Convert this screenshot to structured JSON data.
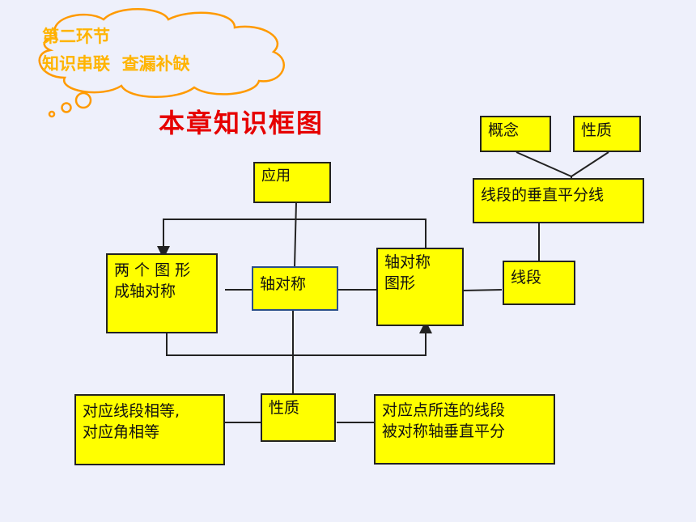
{
  "cloud": {
    "line1": "第二环节",
    "line2": "知识串联  查漏补缺"
  },
  "title": "本章知识框图",
  "nodes": {
    "apply": "应用",
    "two_figures_line1": "两 个 图 形",
    "two_figures_line2": "成轴对称",
    "axial_symmetry": "轴对称",
    "symmetric_figure_line1": "轴对称",
    "symmetric_figure_line2": "图形",
    "concept": "概念",
    "property_top": "性质",
    "perp_bisector": "线段的垂直平分线",
    "segment": "线段",
    "property": "性质",
    "equal_line1": "对应线段相等,",
    "equal_line2": "对应角相等",
    "bisect_line1": "对应点所连的线段",
    "bisect_line2": "被对称轴垂直平分"
  },
  "colors": {
    "background": "#eef0fb",
    "box_fill": "#ffff00",
    "title": "#e60000",
    "cloud_text": "#ffb400",
    "cloud_outline": "#ff9a00"
  }
}
